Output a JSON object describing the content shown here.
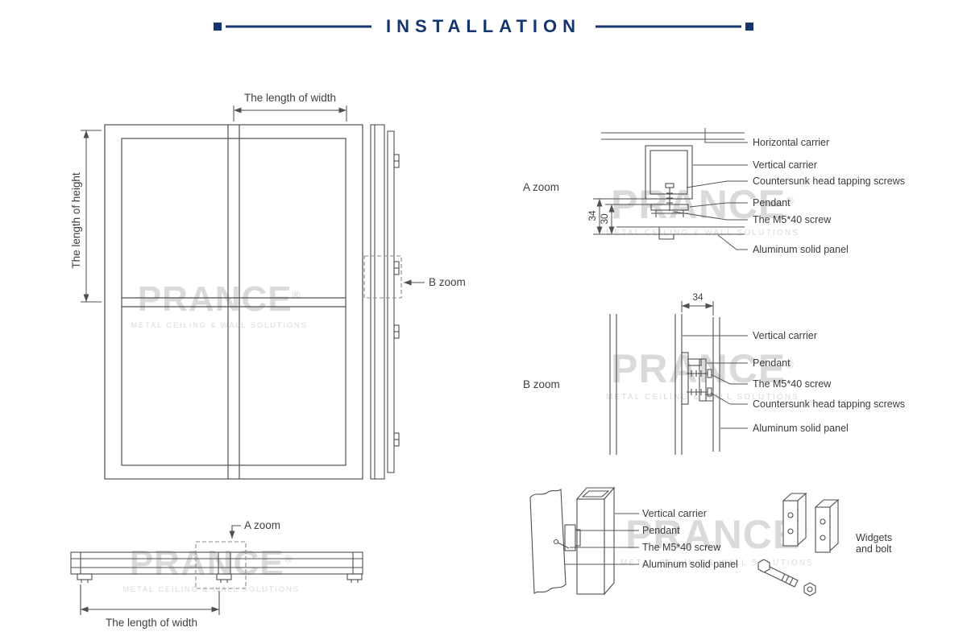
{
  "title": "INSTALLATION",
  "watermark": {
    "brand": "PRANCE",
    "reg": "®",
    "tagline": "METAL CEILING & WALL SOLUTIONS"
  },
  "front_view": {
    "width_dim_label": "The length of width",
    "height_dim_label": "The length of height",
    "side_zoom_label": "B zoom"
  },
  "bottom_view": {
    "zoom_label": "A zoom",
    "width_dim_label": "The length of width"
  },
  "detail_a": {
    "label": "A zoom",
    "dim_outer": "34",
    "dim_inner": "30",
    "callouts": [
      "Horizontal carrier",
      "Vertical carrier",
      "Countersunk head tapping screws",
      "Pendant",
      "The M5*40 screw",
      "Aluminum solid panel"
    ]
  },
  "detail_b": {
    "label": "B zoom",
    "dim_gap": "34",
    "callouts": [
      "Vertical carrier",
      "Pendant",
      "The M5*40 screw",
      "Countersunk head tapping screws",
      "Aluminum solid panel"
    ]
  },
  "exploded": {
    "callouts": [
      "Vertical carrier",
      "Pendant",
      "The M5*40 screw",
      "Aluminum solid panel"
    ],
    "widgets_line1": "Widgets",
    "widgets_line2": "and bolt"
  },
  "colors": {
    "accent_navy": "#15356e",
    "line_gray": "#4f4f4f",
    "watermark_gray": "#d9dadb"
  }
}
